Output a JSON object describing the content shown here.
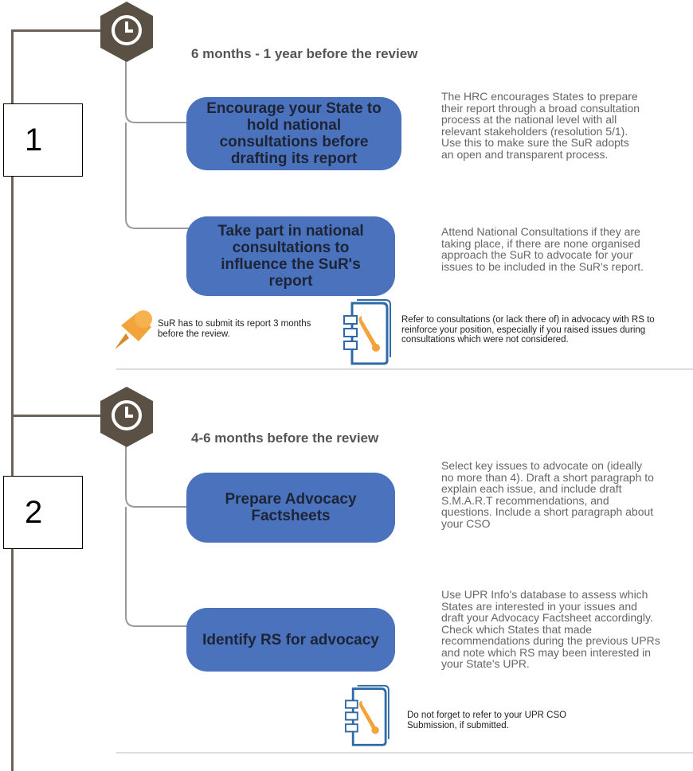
{
  "sections": [
    {
      "number": "1",
      "title": "6 months - 1 year before the review",
      "steps": [
        {
          "label": "Encourage your State to hold national consultations before drafting its report",
          "description": "The HRC encourages States to prepare their report through a broad consultation process at the national level with all relevant stakeholders (resolution 5/1). Use this to make sure the SuR adopts an open and transparent process."
        },
        {
          "label": "Take part in national consultations to influence the SuR's report",
          "description": "Attend National Consultations if they are taking place, if there are none organised approach the SuR to advocate for your issues to be included in the SuR's report."
        }
      ],
      "pin_note": "SuR has to submit its report 3 months before the review.",
      "tool_note": "Refer to consultations (or lack there of) in advocacy with RS to reinforce your position, especially if you raised issues during consultations which were not considered."
    },
    {
      "number": "2",
      "title": "4-6 months before the review",
      "steps": [
        {
          "label": "Prepare Advocacy Factsheets",
          "description": "Select key issues to advocate on (ideally no more than 4). Draft a short paragraph to explain each issue, and include draft S.M.A.R.T recommendations, and questions. Include a short paragraph about your CSO"
        },
        {
          "label": "Identify RS for advocacy",
          "description": "Use UPR Info's database to assess which States are interested in your issues and draft your Advocacy Factsheet accordingly. Check which States that made recommendations during the previous UPRs and note which RS may been interested in your State's UPR."
        }
      ],
      "tool_note": "Do not forget to refer to your UPR CSO Submission, if submitted."
    }
  ],
  "colors": {
    "pill": "#4a72bd",
    "hexagon": "#5b5044",
    "timeline": "#6b6358",
    "pin": "#f2a33a"
  },
  "icons": [
    "clock-icon",
    "pushpin-icon",
    "toolbook-icon"
  ]
}
